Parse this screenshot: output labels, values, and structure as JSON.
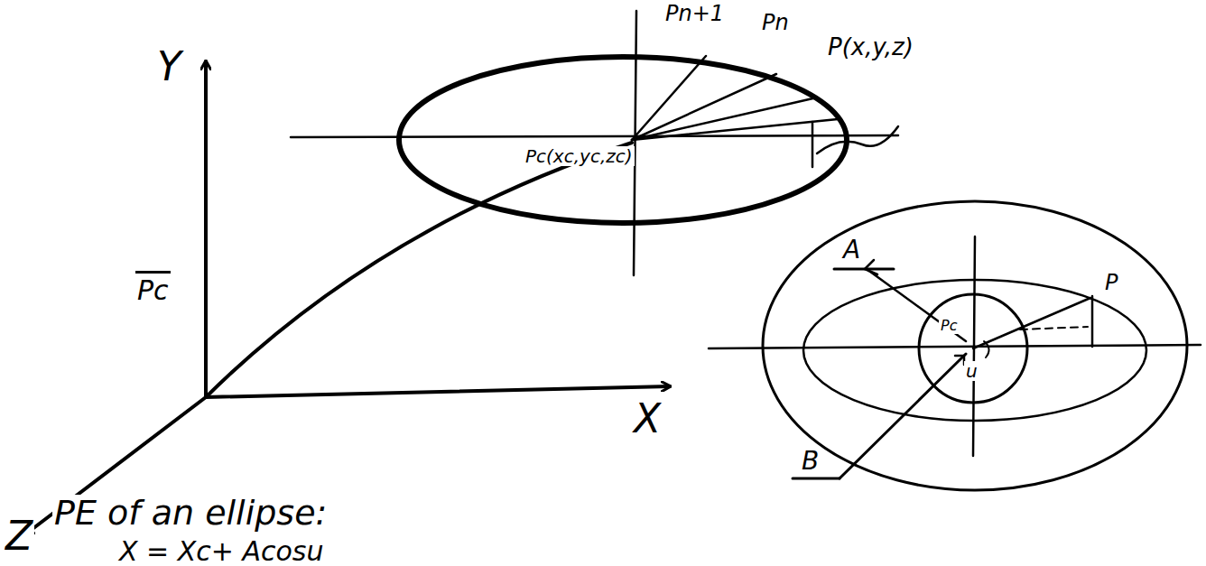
{
  "diagram": {
    "labels": [
      "Y",
      "X",
      "Z",
      "Pn+1",
      "Pn",
      "P(x,y,z)",
      "Pc(xc,yc,zc)",
      "Pc",
      "A",
      "B",
      "P",
      "Pc",
      "u",
      "PE of an ellipse:",
      "X = Xc+ Acosu"
    ]
  }
}
